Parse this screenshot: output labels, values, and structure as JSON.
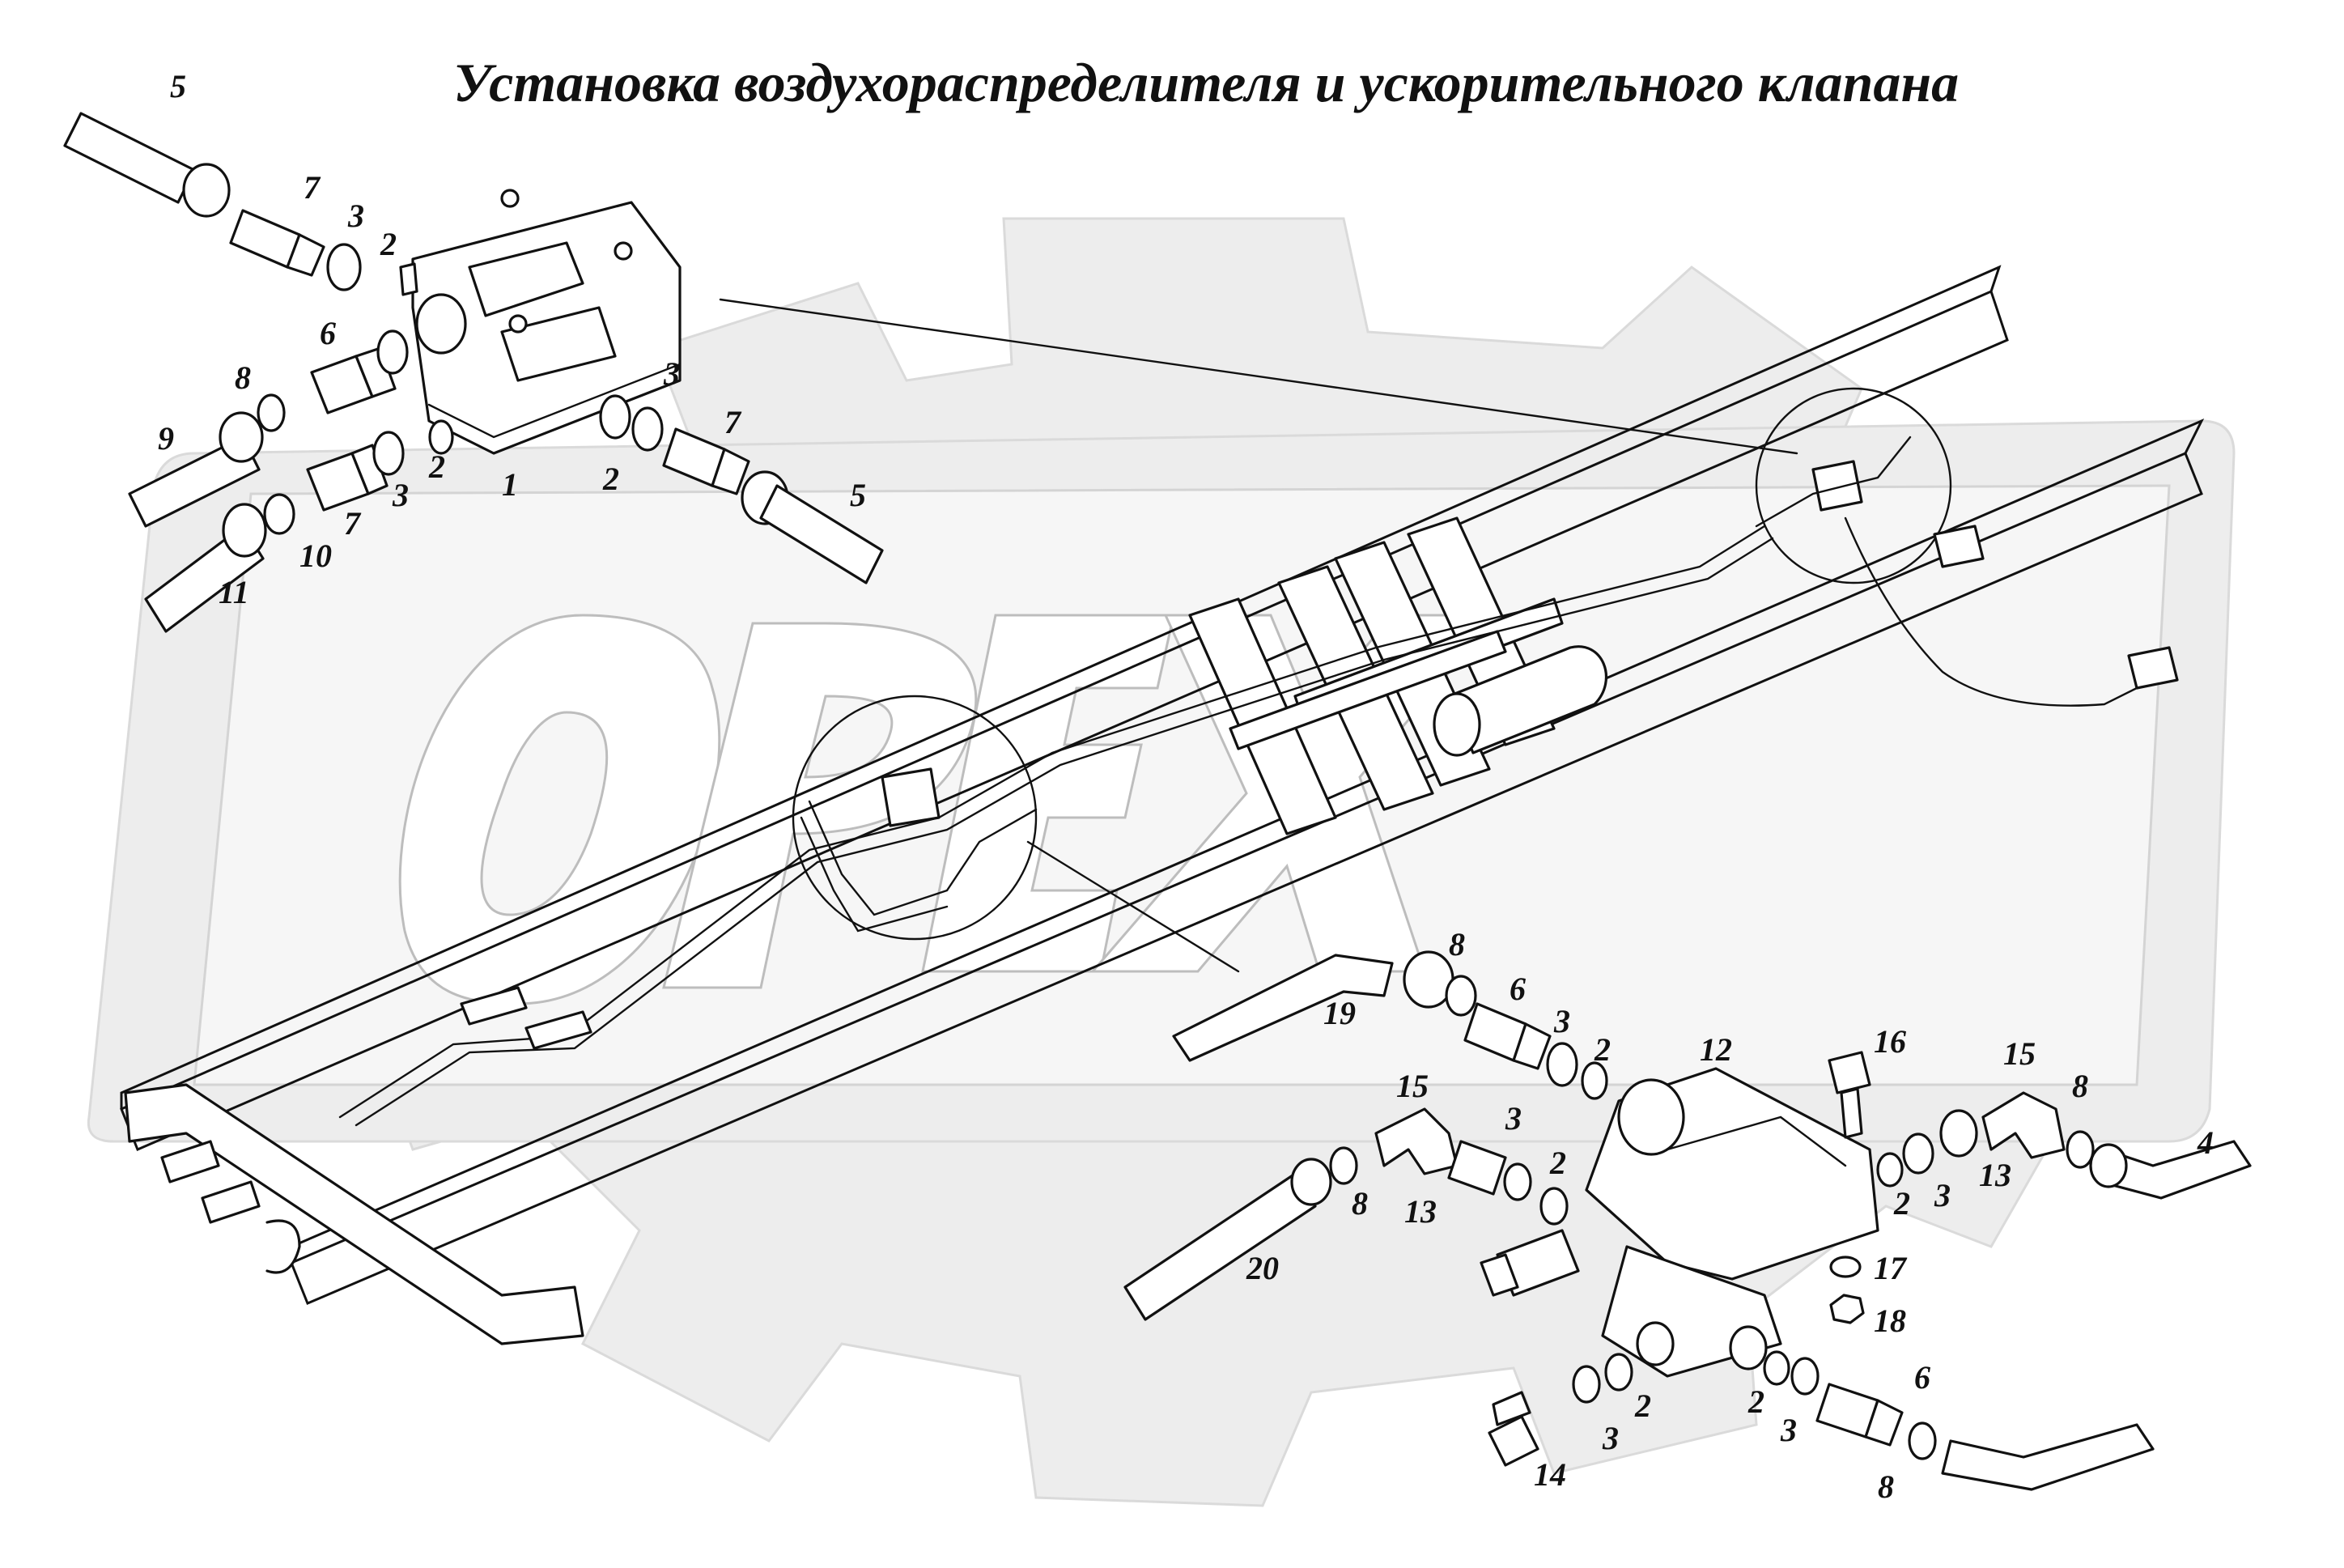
{
  "title": "Установка воздухораспределителя и ускорительного клапана",
  "watermark": {
    "text": "OPEX"
  },
  "colors": {
    "ink": "#111111",
    "watermark_fill": "#ededed",
    "background": "#ffffff"
  },
  "callouts": [
    {
      "id": "c5a",
      "label": "5"
    },
    {
      "id": "c7a",
      "label": "7"
    },
    {
      "id": "c3a",
      "label": "3"
    },
    {
      "id": "c2a",
      "label": "2"
    },
    {
      "id": "c6a",
      "label": "6"
    },
    {
      "id": "c8a",
      "label": "8"
    },
    {
      "id": "c3b",
      "label": "3"
    },
    {
      "id": "c9",
      "label": "9"
    },
    {
      "id": "c7b",
      "label": "7"
    },
    {
      "id": "c3c",
      "label": "3"
    },
    {
      "id": "c2b",
      "label": "2"
    },
    {
      "id": "c1",
      "label": "1"
    },
    {
      "id": "c2c",
      "label": "2"
    },
    {
      "id": "c5b",
      "label": "5"
    },
    {
      "id": "c10",
      "label": "10"
    },
    {
      "id": "c7c",
      "label": "7"
    },
    {
      "id": "c11",
      "label": "11"
    },
    {
      "id": "c8b",
      "label": "8"
    },
    {
      "id": "c6b",
      "label": "6"
    },
    {
      "id": "c3d",
      "label": "3"
    },
    {
      "id": "c19",
      "label": "19"
    },
    {
      "id": "c2d",
      "label": "2"
    },
    {
      "id": "c12",
      "label": "12"
    },
    {
      "id": "c16",
      "label": "16"
    },
    {
      "id": "c15a",
      "label": "15"
    },
    {
      "id": "c8c",
      "label": "8"
    },
    {
      "id": "c15b",
      "label": "15"
    },
    {
      "id": "c3e",
      "label": "3"
    },
    {
      "id": "c2e",
      "label": "2"
    },
    {
      "id": "c4",
      "label": "4"
    },
    {
      "id": "c2f",
      "label": "2"
    },
    {
      "id": "c3f",
      "label": "3"
    },
    {
      "id": "c13a",
      "label": "13"
    },
    {
      "id": "c8d",
      "label": "8"
    },
    {
      "id": "c13b",
      "label": "13"
    },
    {
      "id": "c20",
      "label": "20"
    },
    {
      "id": "c17",
      "label": "17"
    },
    {
      "id": "c18",
      "label": "18"
    },
    {
      "id": "c6c",
      "label": "6"
    },
    {
      "id": "c2g",
      "label": "2"
    },
    {
      "id": "c2h",
      "label": "2"
    },
    {
      "id": "c3g",
      "label": "3"
    },
    {
      "id": "c3h",
      "label": "3"
    },
    {
      "id": "c14",
      "label": "14"
    },
    {
      "id": "c8e",
      "label": "8"
    }
  ]
}
